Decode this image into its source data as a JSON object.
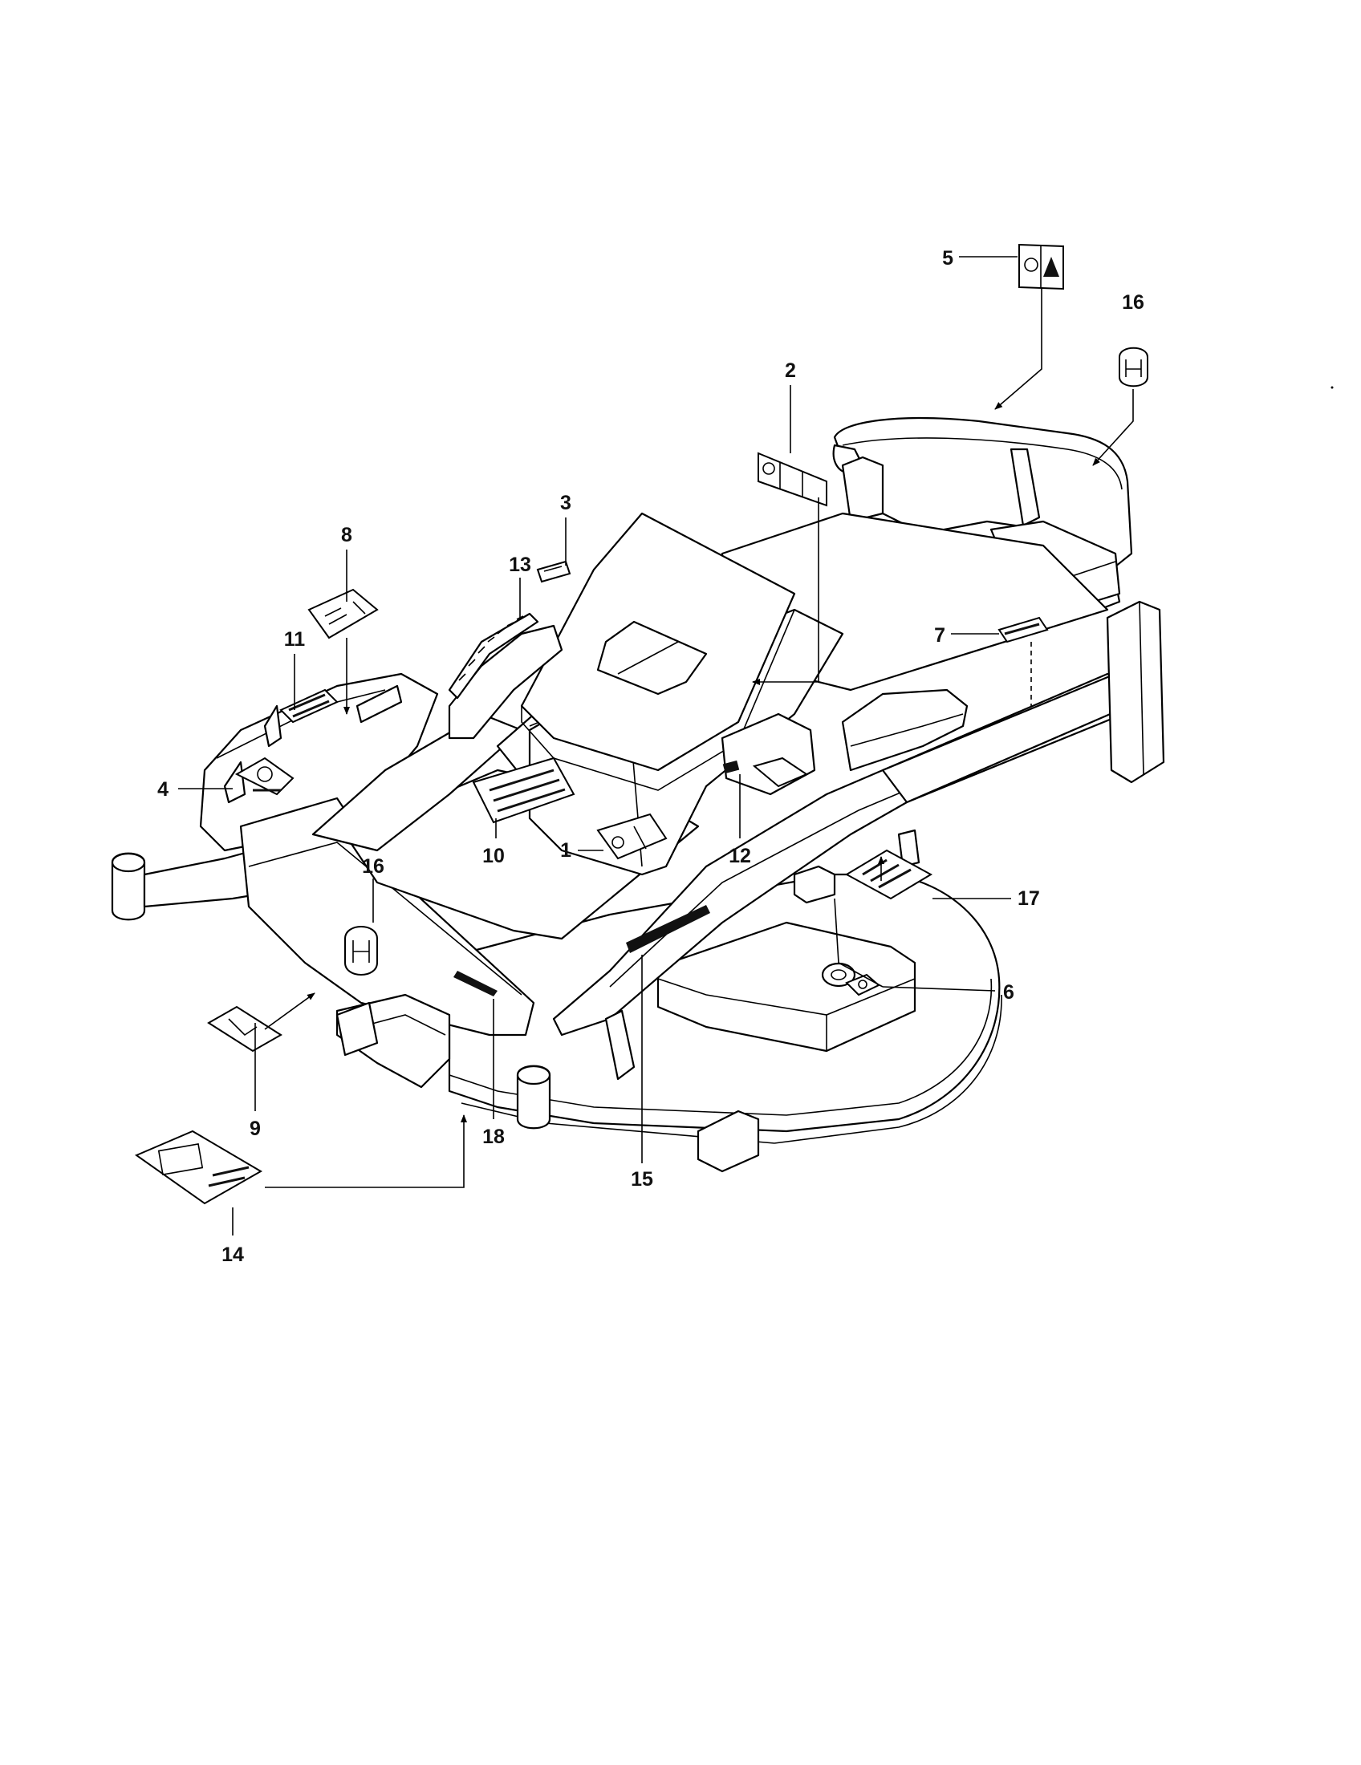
{
  "diagram": {
    "callouts": [
      {
        "id": "c1",
        "label": "1"
      },
      {
        "id": "c2",
        "label": "2"
      },
      {
        "id": "c3",
        "label": "3"
      },
      {
        "id": "c4",
        "label": "4"
      },
      {
        "id": "c5",
        "label": "5"
      },
      {
        "id": "c6",
        "label": "6"
      },
      {
        "id": "c7",
        "label": "7"
      },
      {
        "id": "c8",
        "label": "8"
      },
      {
        "id": "c9",
        "label": "9"
      },
      {
        "id": "c10",
        "label": "10"
      },
      {
        "id": "c11",
        "label": "11"
      },
      {
        "id": "c12",
        "label": "12"
      },
      {
        "id": "c13",
        "label": "13"
      },
      {
        "id": "c14",
        "label": "14"
      },
      {
        "id": "c15",
        "label": "15"
      },
      {
        "id": "c16a",
        "label": "16"
      },
      {
        "id": "c16b",
        "label": "16"
      },
      {
        "id": "c17",
        "label": "17"
      },
      {
        "id": "c18",
        "label": "18"
      }
    ],
    "colors": {
      "line": "#000000",
      "background": "#ffffff"
    }
  }
}
